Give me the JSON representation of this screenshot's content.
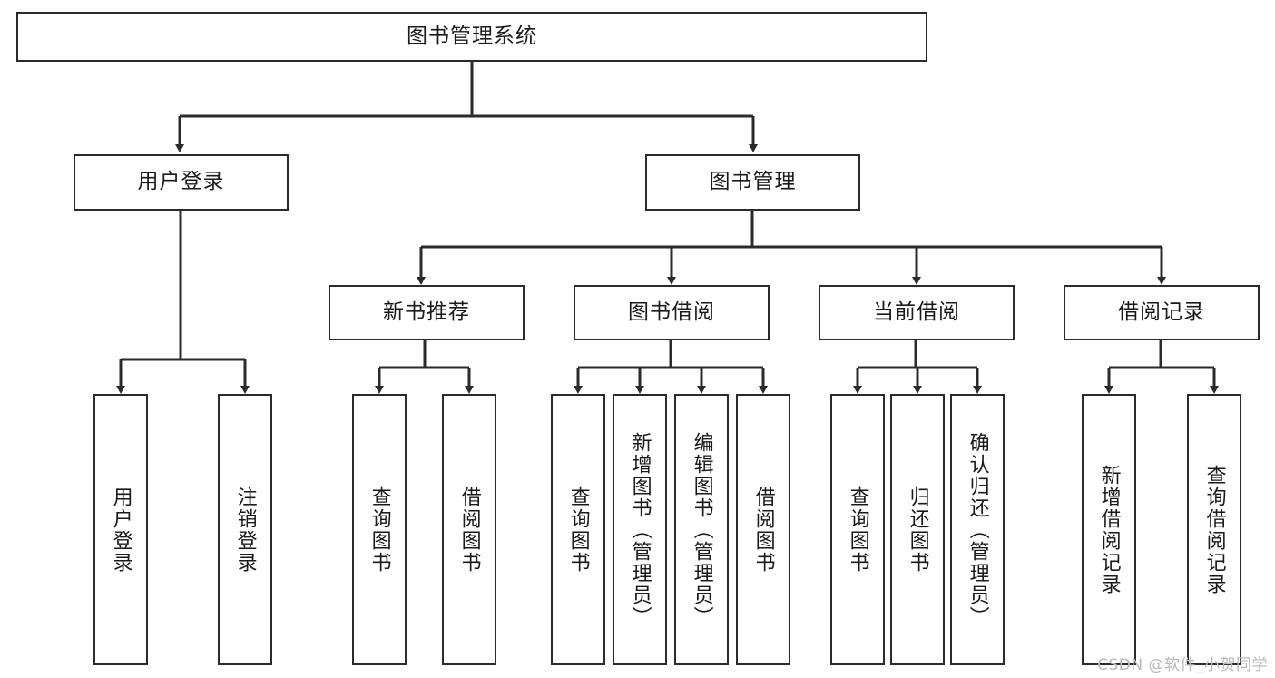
{
  "diagram": {
    "title": "图书管理系统",
    "type": "tree-functional-structure",
    "watermark": "CSDN @软件_小贺同学",
    "colors": {
      "box_border": "#2b2b2b",
      "box_fill": "#ffffff",
      "edge": "#2b2b2b",
      "text": "#1a1a1a",
      "watermark": "#b9b9b9"
    },
    "levels": {
      "root": {
        "label": "图书管理系统",
        "orientation": "horizontal"
      },
      "level2": [
        {
          "label": "用户登录",
          "orientation": "horizontal"
        },
        {
          "label": "图书管理",
          "orientation": "horizontal"
        }
      ],
      "level3": [
        {
          "label": "新书推荐",
          "orientation": "horizontal",
          "parent": "图书管理"
        },
        {
          "label": "图书借阅",
          "orientation": "horizontal",
          "parent": "图书管理"
        },
        {
          "label": "当前借阅",
          "orientation": "horizontal",
          "parent": "图书管理"
        },
        {
          "label": "借阅记录",
          "orientation": "horizontal",
          "parent": "图书管理"
        }
      ],
      "leaves": [
        {
          "label": "用户登录",
          "orientation": "vertical",
          "parent": "用户登录"
        },
        {
          "label": "注销登录",
          "orientation": "vertical",
          "parent": "用户登录"
        },
        {
          "label": "查询图书",
          "orientation": "vertical",
          "parent": "新书推荐"
        },
        {
          "label": "借阅图书",
          "orientation": "vertical",
          "parent": "新书推荐"
        },
        {
          "label": "查询图书",
          "orientation": "vertical",
          "parent": "图书借阅"
        },
        {
          "label": "新增图书（管理员）",
          "orientation": "vertical",
          "parent": "图书借阅"
        },
        {
          "label": "编辑图书（管理员）",
          "orientation": "vertical",
          "parent": "图书借阅"
        },
        {
          "label": "借阅图书",
          "orientation": "vertical",
          "parent": "图书借阅"
        },
        {
          "label": "查询图书",
          "orientation": "vertical",
          "parent": "当前借阅"
        },
        {
          "label": "归还图书",
          "orientation": "vertical",
          "parent": "当前借阅"
        },
        {
          "label": "确认归还（管理员）",
          "orientation": "vertical",
          "parent": "当前借阅"
        },
        {
          "label": "新增借阅记录",
          "orientation": "vertical",
          "parent": "借阅记录"
        },
        {
          "label": "查询借阅记录",
          "orientation": "vertical",
          "parent": "借阅记录"
        }
      ]
    }
  }
}
